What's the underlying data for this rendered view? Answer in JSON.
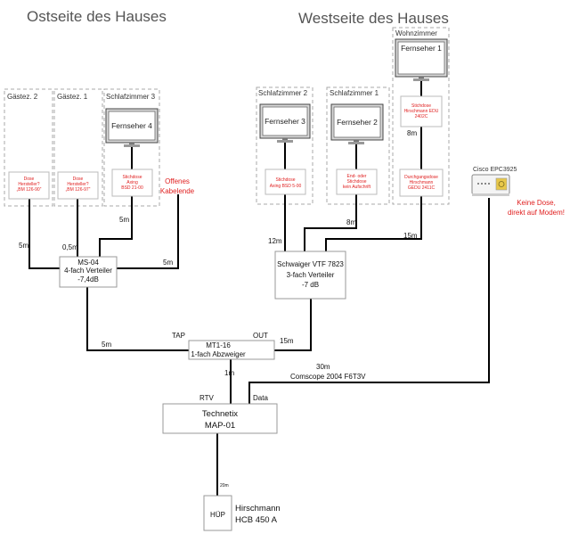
{
  "headings": {
    "east": "Ostseite des Hauses",
    "west": "Westseite des Hauses"
  },
  "rooms": {
    "gast2": "Gästez. 2",
    "gast1": "Gästez. 1",
    "schlaf3": "Schlafzimmer 3",
    "schlaf2": "Schlafzimmer 2",
    "schlaf1": "Schlafzimmer 1",
    "wohn": "Wohnzimmer"
  },
  "tvs": {
    "tv4": "Fernseher 4",
    "tv3": "Fernseher 3",
    "tv2": "Fernseher 2",
    "tv1": "Fernseher 1"
  },
  "sockets": {
    "gast2": [
      "Dose",
      "Hersteller?",
      "„BM 126-90“"
    ],
    "gast1": [
      "Dose",
      "Hersteller?",
      "„BM 126-97“"
    ],
    "schlaf3": [
      "Stichdose",
      "Axing",
      "BSD 21-00"
    ],
    "schlaf2": [
      "Stichdose",
      "Axing BSD 5-00"
    ],
    "schlaf1": [
      "End- oder",
      "Stichdose",
      "kein Aufschrift"
    ],
    "wohn_stich": [
      "Stichdose",
      "Hirschmann EDU",
      "2402C"
    ],
    "wohn_durch": [
      "Durchgangsdose",
      "Hirschmann",
      "GEDU 2411C"
    ]
  },
  "notes": {
    "open_end": [
      "Offenes",
      "Kabelende"
    ],
    "no_socket": [
      "Keine Dose,",
      "direkt auf Modem!"
    ]
  },
  "modem": {
    "name": "Cisco EPC3925"
  },
  "devices": {
    "ms04": [
      "MS-04",
      "4-fach Verteiler",
      "-7,4dB"
    ],
    "vtf": [
      "Schwaiger VTF 7823",
      "3-fach Verteiler",
      "-7 dB"
    ],
    "mt116": [
      "MT1-16",
      "1-fach Abzweiger"
    ],
    "technetix": [
      "Technetix",
      "MAP-01"
    ],
    "huep": "HÜP",
    "hirschmann": [
      "Hirschmann",
      "HCB 450 A"
    ]
  },
  "ports": {
    "tap": "TAP",
    "out": "OUT",
    "rtv": "RTV",
    "data": "Data"
  },
  "cables": {
    "gast2_ms": "5m",
    "gast1_ms": "0,5m",
    "schlaf3_ms": "5m",
    "open_ms": "5m",
    "ms_mt": "5m",
    "mt_vtf": "15m",
    "vtf_schlaf2": "12m",
    "vtf_schlaf1": "8m",
    "vtf_wohn": "15m",
    "wohn_inner": "8m",
    "mt_tech": "1m",
    "tech_huep": "20m",
    "modem": [
      "30m",
      "Comscope 2004 F6T3V"
    ]
  },
  "colors": {
    "wire": "#000000",
    "dash": "#a8a8a8",
    "note": "#e02020",
    "modem_led": "#e8c84a"
  }
}
